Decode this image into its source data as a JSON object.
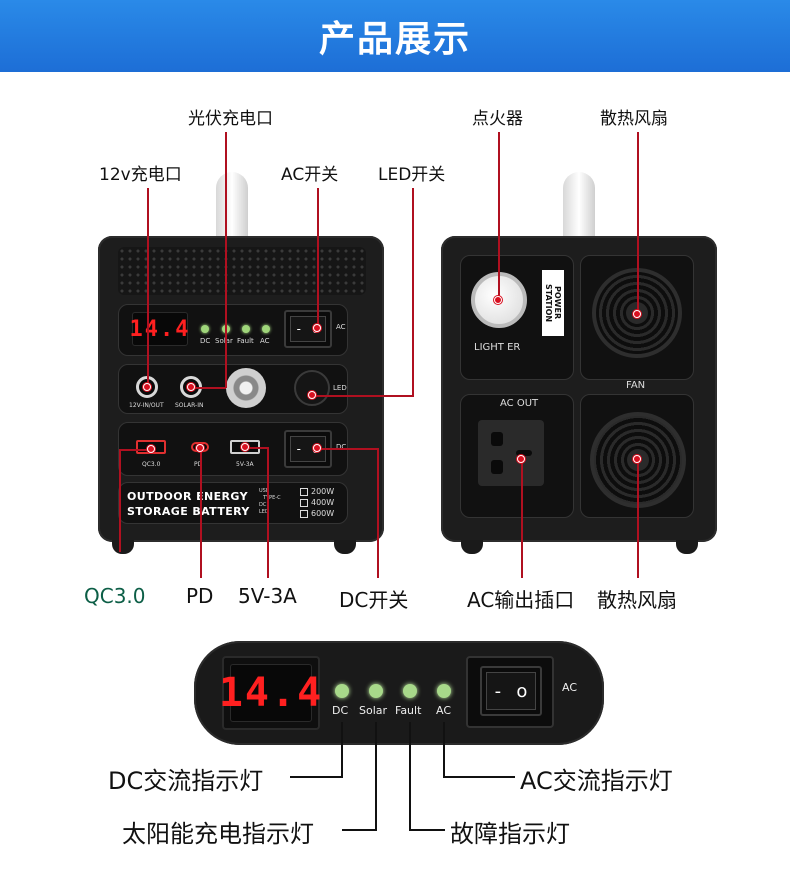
{
  "banner": {
    "title": "产品展示"
  },
  "labels": {
    "solar_port": "光伏充电口",
    "port_12v": "12v充电口",
    "ac_switch": "AC开关",
    "led_switch": "LED开关",
    "igniter": "点火器",
    "cooling_fan_top": "散热风扇",
    "qc30": "QC3.0",
    "pd": "PD",
    "usb_5v3a": "5V-3A",
    "dc_switch": "DC开关",
    "ac_outlet": "AC输出插口",
    "cooling_fan_bottom": "散热风扇"
  },
  "front_unit": {
    "display_value": "14.4",
    "indicators": [
      "DC",
      "Solar",
      "Fault",
      "AC"
    ],
    "ac_switch_label": "AC",
    "port_12v_label": "12V-IN/OUT",
    "solar_in_label": "SOLAR-IN",
    "led_label": "LED",
    "usb_labels": [
      "QC3.0",
      "PD",
      "5V-3A"
    ],
    "dc_switch_label": "DC",
    "brand_line1": "OUTDOOR ENERGY",
    "brand_line2": "STORAGE BATTERY",
    "legend_items": [
      "USB",
      "TYPE-C",
      "DC",
      "LED"
    ],
    "wattage": [
      "200W",
      "400W",
      "600W"
    ],
    "switch_symbols": {
      "off": "-",
      "on": "o"
    }
  },
  "back_unit": {
    "power_station": "POWER STATION",
    "lighter_label": "LIGHT ER",
    "fan_label": "FAN",
    "ac_out_label": "AC OUT"
  },
  "closeup": {
    "display_value": "14.4",
    "indicators": [
      "DC",
      "Solar",
      "Fault",
      "AC"
    ],
    "ac_label": "AC",
    "switch_symbols": {
      "off": "-",
      "on": "o"
    }
  },
  "bottom_labels": {
    "dc_indicator": "DC交流指示灯",
    "ac_indicator": "AC交流指示灯",
    "solar_indicator": "太阳能充电指示灯",
    "fault_indicator": "故障指示灯"
  },
  "colors": {
    "banner": "#1d6ed6",
    "callout": "#b01020",
    "lcd": "#ff2020",
    "led": "#9fd67a",
    "green_label": "#0c5e46"
  }
}
